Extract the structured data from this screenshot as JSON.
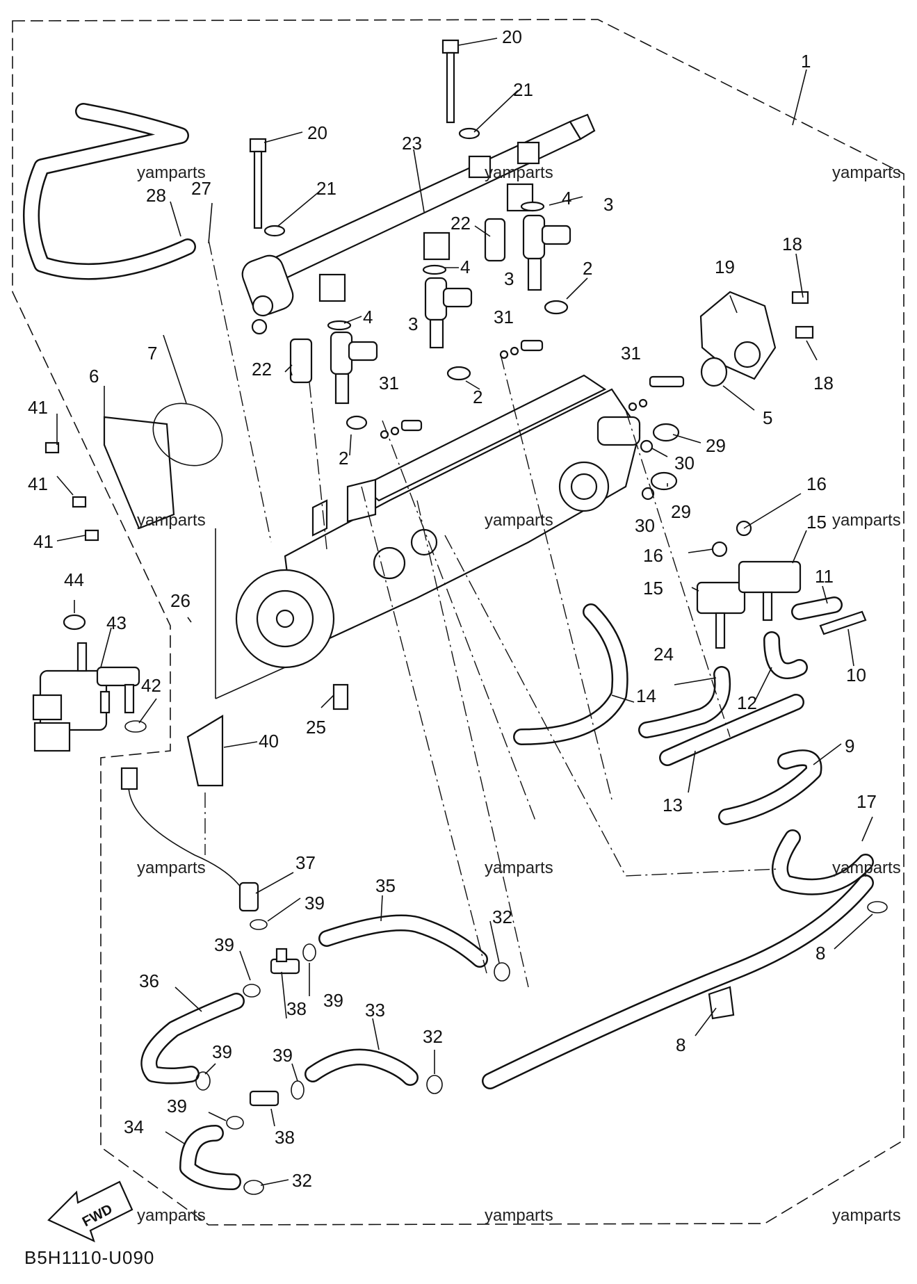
{
  "diagram": {
    "code": "B5H1110-U090",
    "watermark": "yamparts",
    "fwd_label": "FWD",
    "callouts": [
      "1",
      "2",
      "3",
      "4",
      "5",
      "6",
      "7",
      "8",
      "9",
      "10",
      "11",
      "12",
      "13",
      "14",
      "15",
      "16",
      "17",
      "18",
      "19",
      "20",
      "21",
      "22",
      "23",
      "24",
      "25",
      "26",
      "27",
      "28",
      "29",
      "30",
      "31",
      "32",
      "33",
      "34",
      "35",
      "36",
      "37",
      "38",
      "39",
      "40",
      "41",
      "42",
      "43",
      "44"
    ]
  }
}
